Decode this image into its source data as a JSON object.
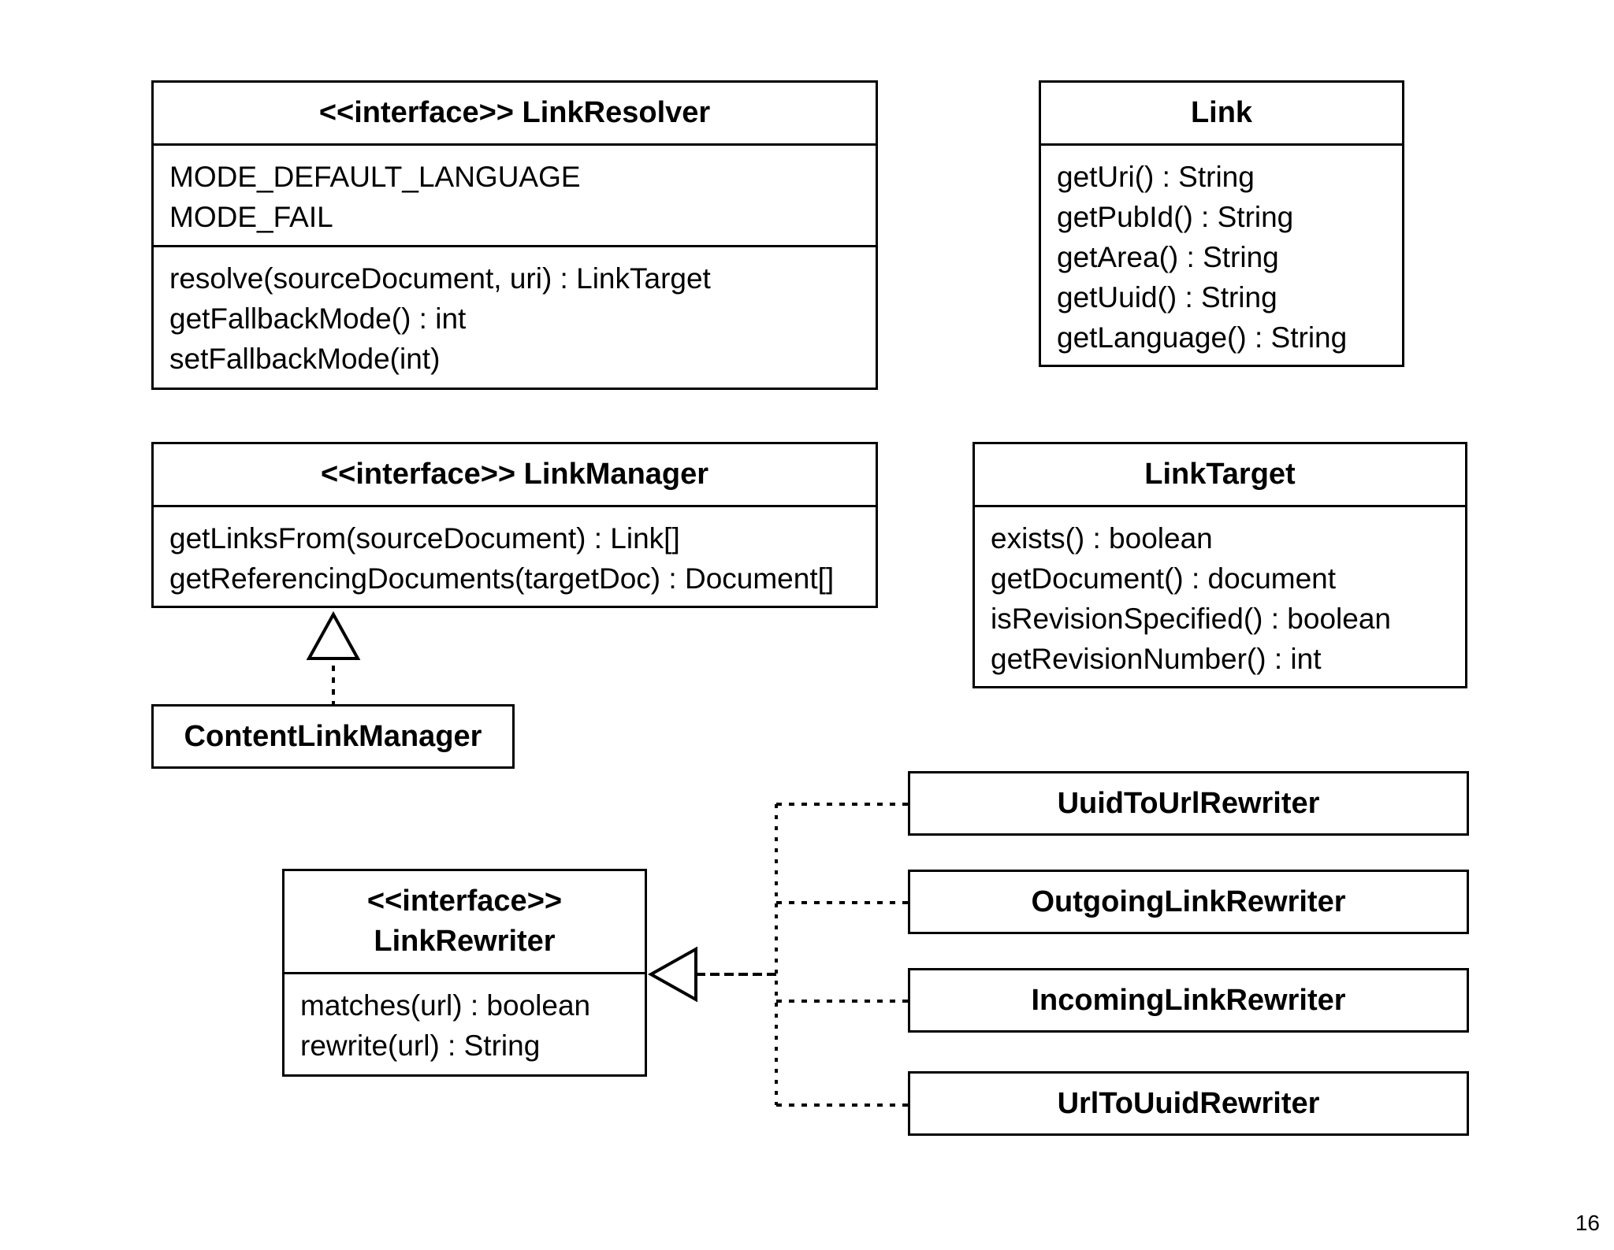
{
  "classes": {
    "link_resolver": {
      "title": "<<interface>> LinkResolver",
      "attributes": [
        "MODE_DEFAULT_LANGUAGE",
        "MODE_FAIL"
      ],
      "methods": [
        "resolve(sourceDocument, uri) : LinkTarget",
        "getFallbackMode() : int",
        "setFallbackMode(int)"
      ]
    },
    "link": {
      "title": "Link",
      "methods": [
        "getUri() : String",
        "getPubId() : String",
        "getArea() : String",
        "getUuid() : String",
        "getLanguage() : String"
      ]
    },
    "link_manager": {
      "title": "<<interface>> LinkManager",
      "methods": [
        "getLinksFrom(sourceDocument) : Link[]",
        "getReferencingDocuments(targetDoc) : Document[]"
      ]
    },
    "link_target": {
      "title": "LinkTarget",
      "methods": [
        "exists() : boolean",
        "getDocument() : document",
        "isRevisionSpecified() : boolean",
        "getRevisionNumber() : int"
      ]
    },
    "content_link_manager": {
      "title": "ContentLinkManager"
    },
    "link_rewriter": {
      "stereotype": "<<interface>>",
      "title": "LinkRewriter",
      "methods": [
        "matches(url) : boolean",
        "rewrite(url) : String"
      ]
    },
    "uuid_to_url_rewriter": {
      "title": "UuidToUrlRewriter"
    },
    "outgoing_link_rewriter": {
      "title": "OutgoingLinkRewriter"
    },
    "incoming_link_rewriter": {
      "title": "IncomingLinkRewriter"
    },
    "url_to_uuid_rewriter": {
      "title": "UrlToUuidRewriter"
    }
  },
  "relationships": [
    {
      "type": "realization",
      "from": "ContentLinkManager",
      "to": "LinkManager"
    },
    {
      "type": "realization",
      "from": "UuidToUrlRewriter",
      "to": "LinkRewriter"
    },
    {
      "type": "realization",
      "from": "OutgoingLinkRewriter",
      "to": "LinkRewriter"
    },
    {
      "type": "realization",
      "from": "IncomingLinkRewriter",
      "to": "LinkRewriter"
    },
    {
      "type": "realization",
      "from": "UrlToUuidRewriter",
      "to": "LinkRewriter"
    }
  ],
  "page_number": "16"
}
